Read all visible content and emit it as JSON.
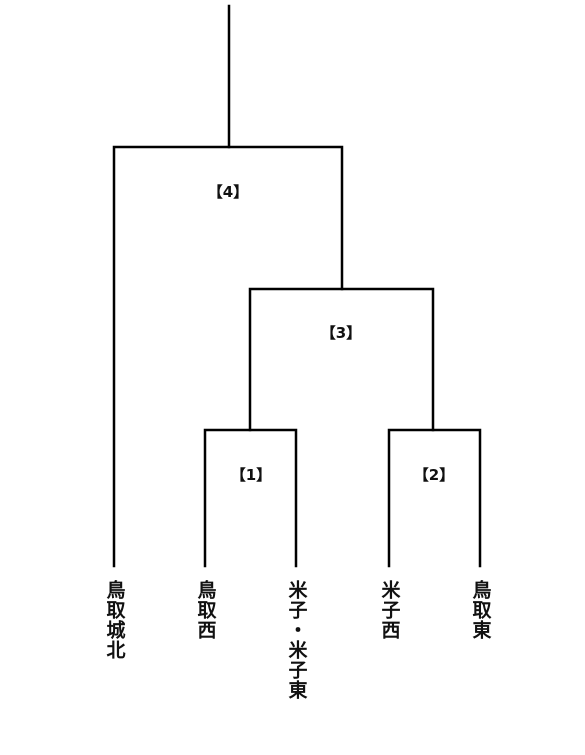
{
  "colors": {
    "line": "#000000",
    "text": "#111111",
    "background": "#ffffff"
  },
  "matches": [
    {
      "label": "【1】"
    },
    {
      "label": "【2】"
    },
    {
      "label": "【3】"
    },
    {
      "label": "【4】"
    }
  ],
  "teams": [
    {
      "name": "鳥取城北"
    },
    {
      "name": "鳥取西"
    },
    {
      "name": "米子・米子東"
    },
    {
      "name": "米子西"
    },
    {
      "name": "鳥取東"
    }
  ]
}
